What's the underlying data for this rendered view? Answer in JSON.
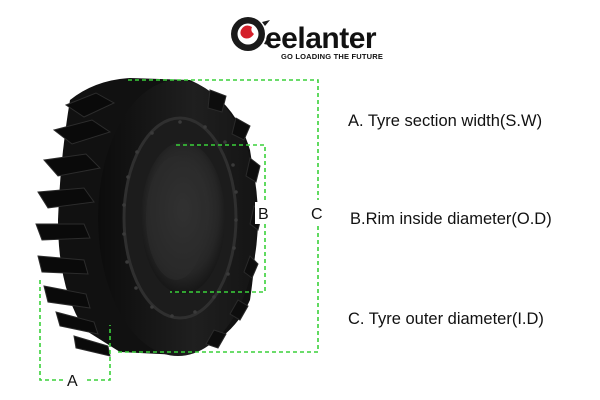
{
  "brand": {
    "name": "eelanter",
    "tagline": "GO LOADING THE FUTURE",
    "colors": {
      "text": "#111111",
      "mark_red": "#d41f2a",
      "mark_dark": "#1a1a1a"
    }
  },
  "legend": {
    "a": "A. Tyre section width(S.W)",
    "b": "B.Rim inside diameter(O.D)",
    "c": "C. Tyre outer diameter(I.D)"
  },
  "dimensions": {
    "a": "A",
    "b": "B",
    "c": "C",
    "line_color": "#3ad13a"
  },
  "tyre": {
    "colors": {
      "body": "#1b1b1b",
      "tread": "#0e0e0e",
      "rim": "#222222",
      "bore": "#2a2a2a"
    }
  }
}
